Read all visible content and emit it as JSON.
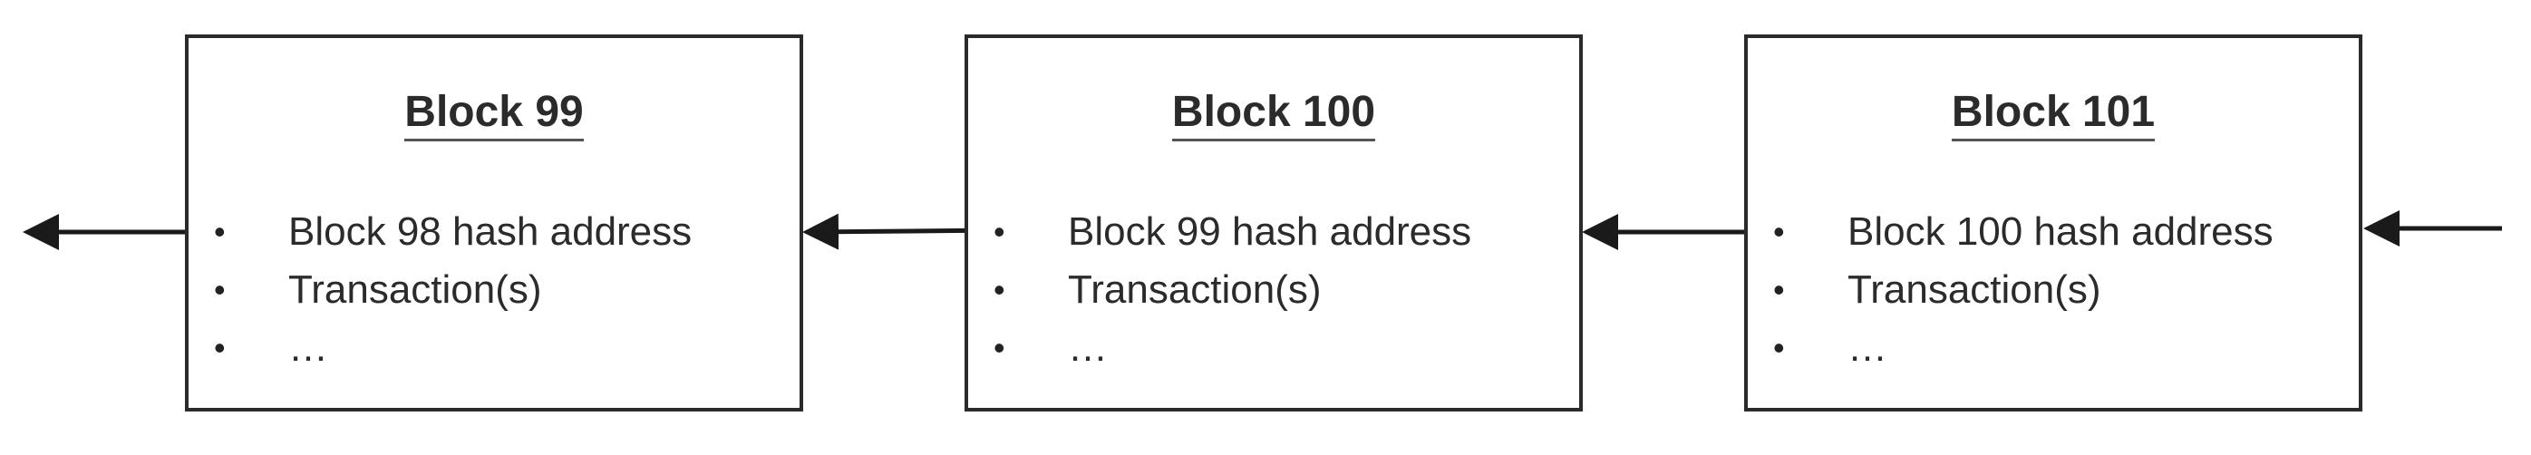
{
  "diagram": {
    "blocks": [
      {
        "title": "Block 99",
        "items": [
          "Block 98 hash address",
          "Transaction(s)",
          "…"
        ]
      },
      {
        "title": "Block 100",
        "items": [
          "Block 99 hash address",
          "Transaction(s)",
          "…"
        ]
      },
      {
        "title": "Block 101",
        "items": [
          "Block 100 hash address",
          "Transaction(s)",
          "…"
        ]
      }
    ],
    "bullet_symbol": "•"
  },
  "colors": {
    "border": "#2a2a2a",
    "text": "#2b2b2b",
    "arrow": "#1a1a1a"
  }
}
